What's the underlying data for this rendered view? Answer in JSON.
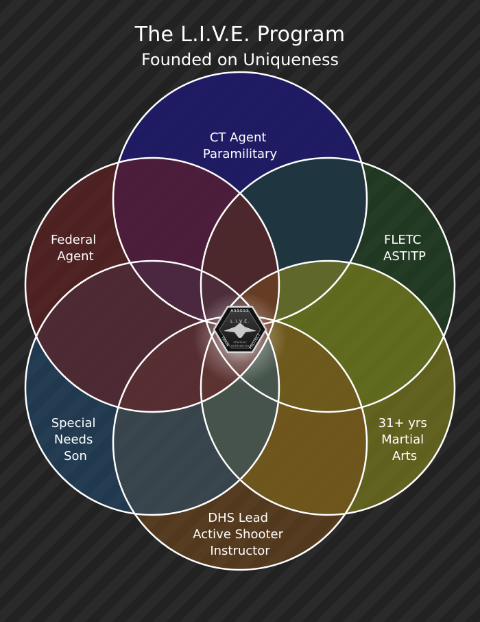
{
  "header": {
    "title": "The L.I.V.E. Program",
    "subtitle": "Founded on Uniqueness"
  },
  "circles": [
    {
      "lines": [
        "CT Agent",
        "Paramilitary"
      ],
      "color": "#1e1a6e"
    },
    {
      "lines": [
        "FLETC",
        "ASTITP"
      ],
      "color": "#1f4a22"
    },
    {
      "lines": [
        "31+ yrs",
        "Martial",
        "Arts"
      ],
      "color": "#8a8a1c"
    },
    {
      "lines": [
        "DHS Lead",
        "Active Shooter",
        "Instructor"
      ],
      "color": "#7a4d1c"
    },
    {
      "lines": [
        "Special",
        "Needs",
        "Son"
      ],
      "color": "#1d4f7a"
    },
    {
      "lines": [
        "Federal",
        "Agent"
      ],
      "color": "#6b1f22"
    }
  ],
  "emblem": {
    "name": "L.I.V.E.",
    "top": "ASSESS",
    "left": "TRAIN",
    "right": "PROTECT",
    "sub1": "STRATEGIC",
    "sub2": "INTERVENTION"
  }
}
